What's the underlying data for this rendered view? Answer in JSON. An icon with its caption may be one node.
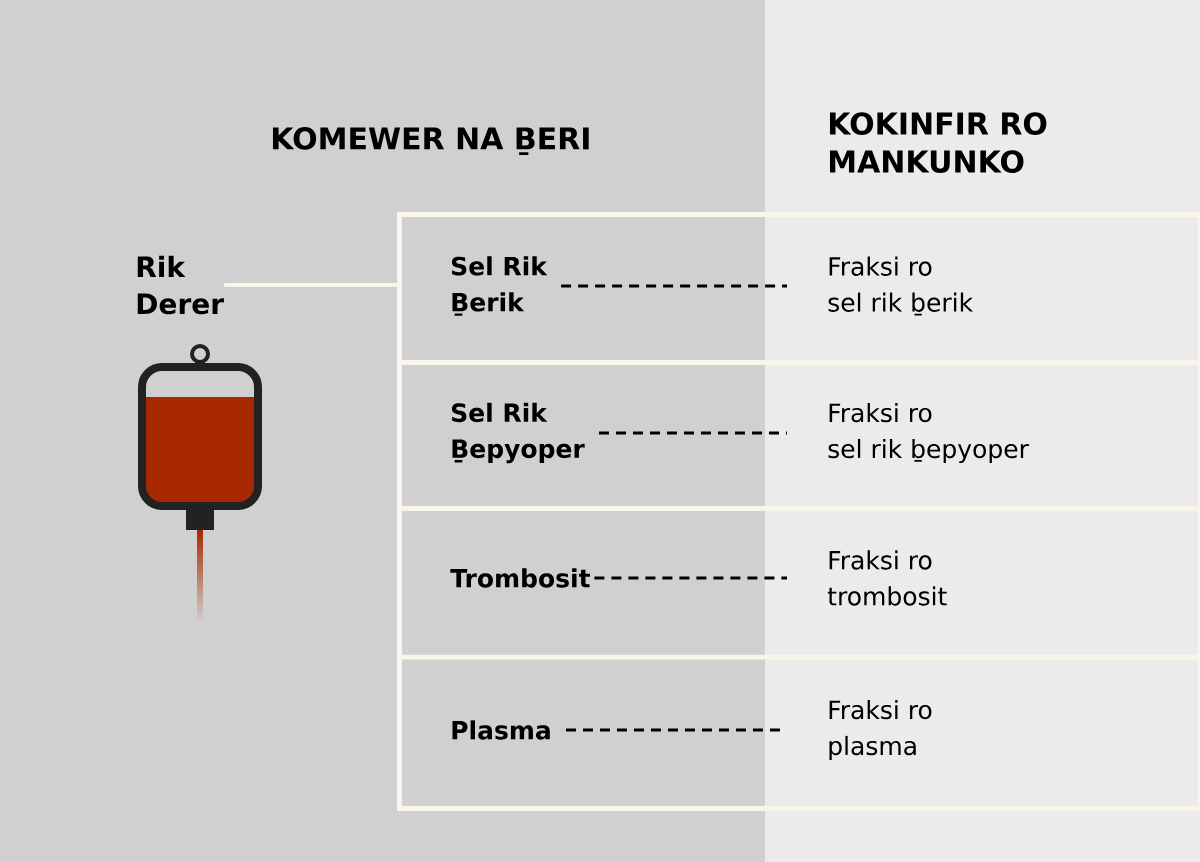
{
  "diagram": {
    "nodes": [
      {
        "text": [
          "Rik Derer"
        ]
      },
      {
        "text": [],
        "shape": "box"
      },
      {
        "text": [
          "Sel Rik Ḇerik"
        ],
        "in": 1
      },
      {
        "text": [
          "Sel Rik Ḇepyoper"
        ],
        "in": 1
      },
      {
        "text": [
          "Trombosit"
        ],
        "in": 1
      },
      {
        "text": [
          "Plasma"
        ],
        "in": 1
      },
      {
        "text": [
          "Fraksi ro sel rik ḇerik"
        ],
        "in": 1
      },
      {
        "text": [
          "Fraksi ro sel rik ḇepyoper"
        ],
        "in": 1
      },
      {
        "text": [
          "Fraksi ro trombosit"
        ],
        "in": 1
      },
      {
        "text": [
          "Fraksi ro plasma"
        ],
        "in": 1
      }
    ],
    "edges": [
      {
        "from": 0,
        "to": 1,
        "arrow": "none",
        "color": "#faf5ec"
      },
      {
        "from": 2,
        "to": 6,
        "arrow": "none",
        "style": "dashed"
      },
      {
        "from": 3,
        "to": 7,
        "arrow": "none",
        "style": "dashed"
      },
      {
        "from": 4,
        "to": 8,
        "arrow": "none",
        "style": "dashed"
      },
      {
        "from": 5,
        "to": 9,
        "arrow": "none",
        "style": "dashed"
      }
    ],
    "labels": [
      "KOMEWER NA ḆERI",
      "KOKINFIR RO MANKUNKO"
    ]
  }
}
